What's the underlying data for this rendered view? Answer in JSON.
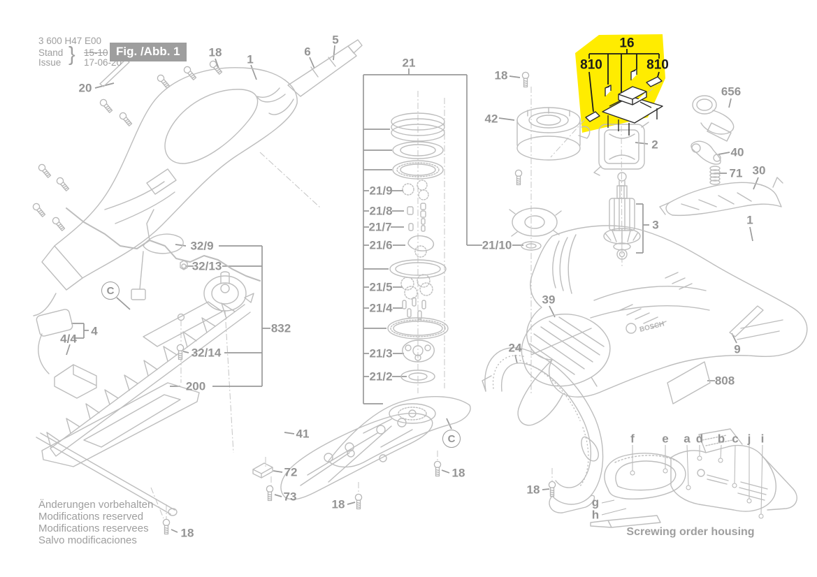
{
  "header": {
    "part_number": "3 600 H47 E00",
    "stand_label": "Stand",
    "issue_label": "Issue",
    "brace": "}",
    "stand_value": "15-10",
    "issue_value": "17-06-20",
    "figure_badge": "Fig. /Abb. 1"
  },
  "footer": {
    "lines": [
      "Änderungen vorbehalten",
      "Modifications reserved",
      "Modifications reservees",
      "Salvo modificaciones"
    ]
  },
  "brand": "BOSCH",
  "colors": {
    "highlight": "#ffec00",
    "label_gray": "#949494",
    "line_gray": "#bdbdbd",
    "dark": "#1b1b1b"
  },
  "labels": {
    "n20": "20",
    "n18a": "18",
    "n1a": "1",
    "n6": "6",
    "n5": "5",
    "n21": "21",
    "n18b": "18",
    "n42": "42",
    "n16": "16",
    "n810a": "810",
    "n810b": "810",
    "n656": "656",
    "n2": "2",
    "n40": "40",
    "n71": "71",
    "n30": "30",
    "n3": "3",
    "n1b": "1",
    "n21_9": "21/9",
    "n21_8": "21/8",
    "n21_7": "21/7",
    "n21_6": "21/6",
    "n21_5": "21/5",
    "n21_4": "21/4",
    "n21_3": "21/3",
    "n21_2": "21/2",
    "n21_10": "21/10",
    "n32_9": "32/9",
    "n32_13": "32/13",
    "n832": "832",
    "n32_14": "32/14",
    "n200": "200",
    "n4": "4",
    "n4_4": "4/4",
    "n41": "41",
    "n72": "72",
    "n73": "73",
    "n18c": "18",
    "n18d": "18",
    "n18e": "18",
    "n18f": "18",
    "n39": "39",
    "n24": "24",
    "n9": "9",
    "n808": "808",
    "c1": "C",
    "c2": "C"
  },
  "screwing_order": {
    "caption": "Screwing order housing",
    "top_letters": [
      "f",
      "e",
      "a",
      "d",
      "b",
      "c",
      "j",
      "i"
    ],
    "side_letters": [
      "g",
      "h"
    ]
  }
}
